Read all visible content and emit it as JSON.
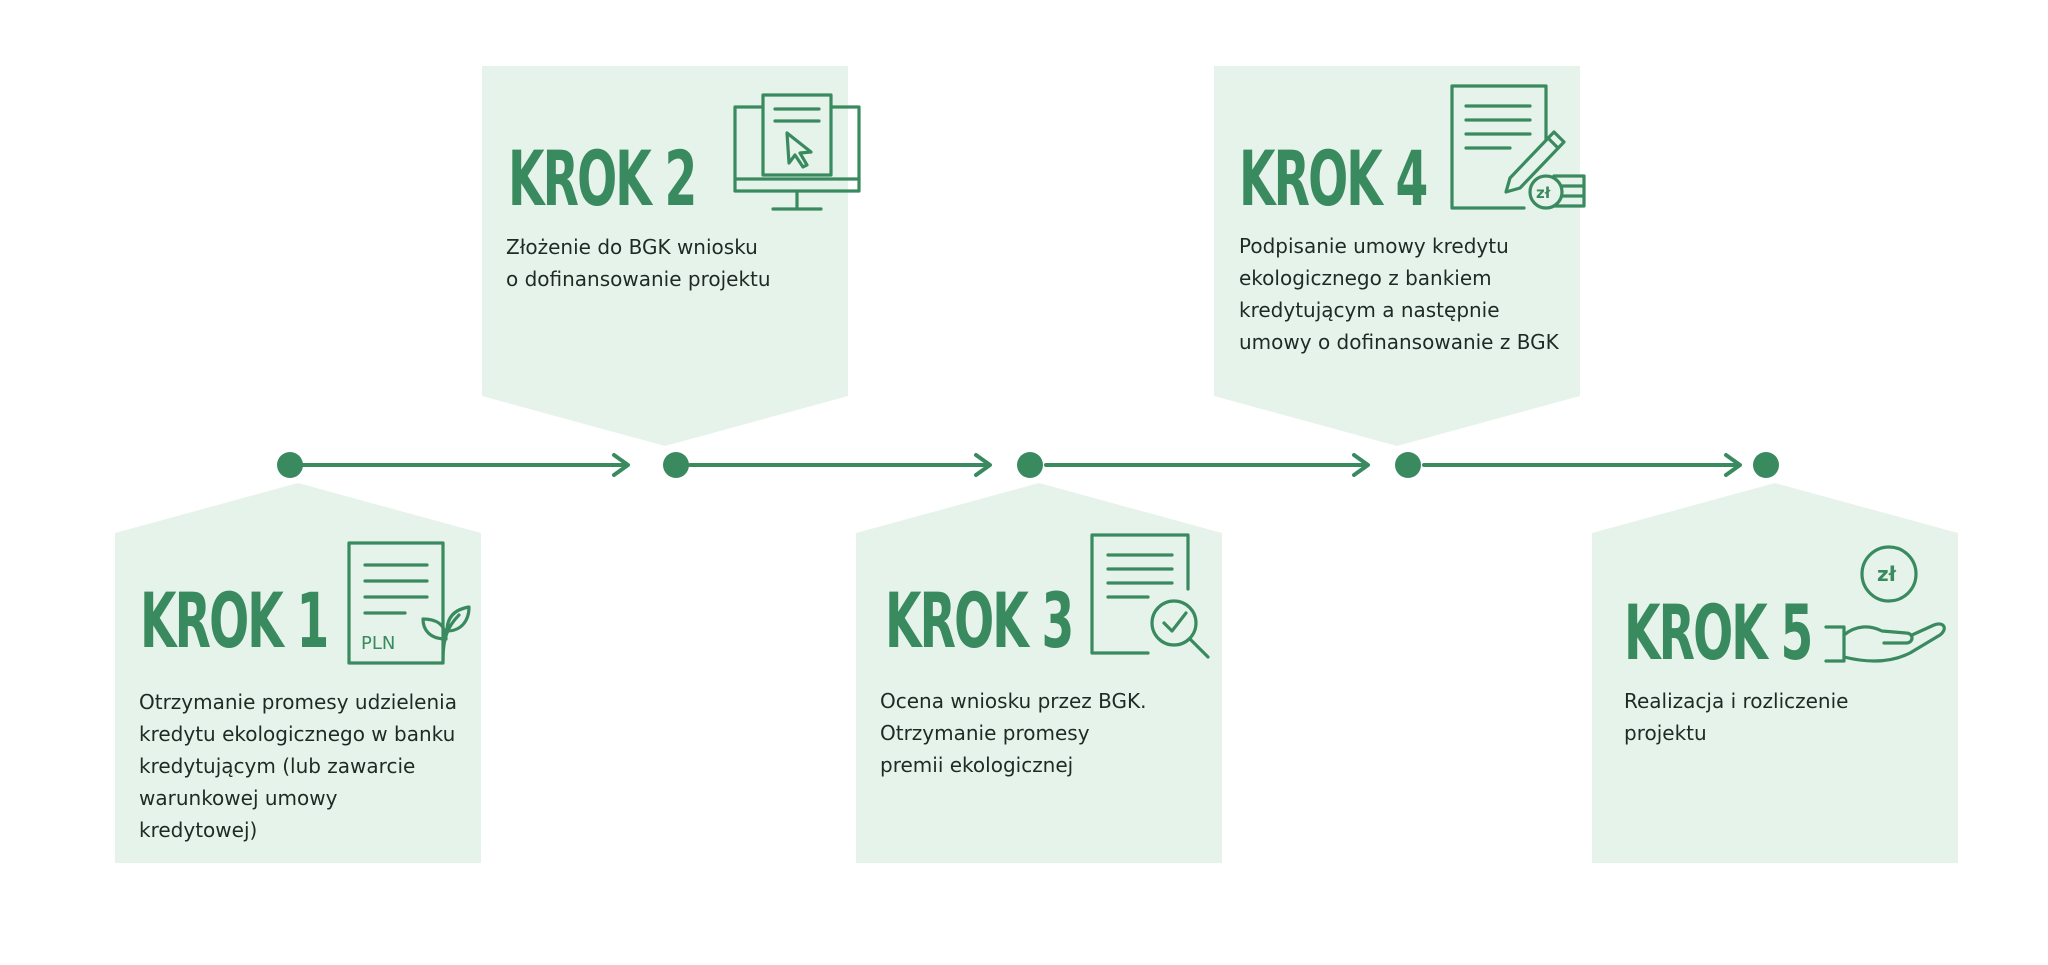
{
  "steps": [
    {
      "title": "KROK 1",
      "description": "Otrzymanie promesy udzielenia\nkredytu ekologicznego w banku\nkredytującym (lub zawarcie\nwarunkowej umowy\nkredytowej)",
      "icon": "document-pln-leaf-icon",
      "icon_text": "PLN"
    },
    {
      "title": "KROK 2",
      "description": "Złożenie do BGK wniosku\no dofinansowanie projektu",
      "icon": "monitor-cursor-icon"
    },
    {
      "title": "KROK 3",
      "description": "Ocena wniosku przez BGK.\nOtrzymanie promesy\npremii ekologicznej",
      "icon": "document-magnifier-check-icon"
    },
    {
      "title": "KROK 4",
      "description": "Podpisanie umowy kredytu\nekologicznego z bankiem\nkredytującym a następnie\numowy o dofinansowanie z BGK",
      "icon": "document-pen-coins-icon",
      "icon_text": "zł"
    },
    {
      "title": "KROK 5",
      "description": "Realizacja i rozliczenie\nprojektu",
      "icon": "hand-coin-icon",
      "icon_text": "zł"
    }
  ],
  "colors": {
    "card_fill": "#e6f3ea",
    "accent": "#3a8a5f",
    "timeline": "#3a8a5f",
    "text": "#1f2a24"
  }
}
